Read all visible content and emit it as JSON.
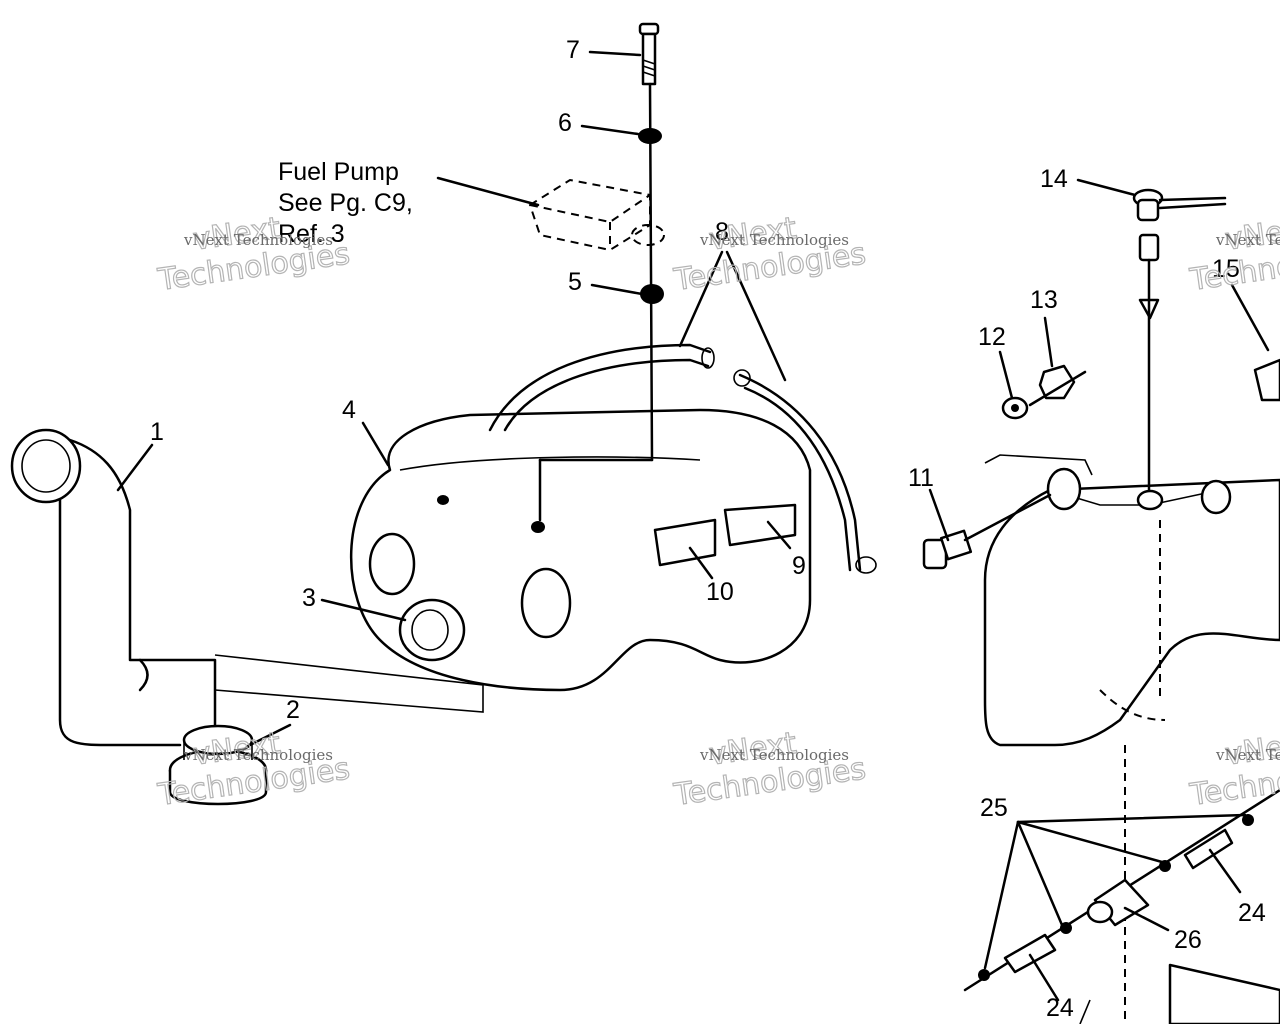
{
  "diagram": {
    "callouts": [
      "1",
      "2",
      "3",
      "4",
      "5",
      "6",
      "7",
      "8",
      "9",
      "10",
      "11",
      "12",
      "13",
      "14",
      "15",
      "24",
      "24",
      "25",
      "26"
    ],
    "note": {
      "line1": "Fuel Pump",
      "line2": "See Pg. C9,",
      "line3": "Ref. 3"
    },
    "watermark": {
      "small": "vNext Technologies",
      "big_line1": "vNext",
      "big_line2": "Technologies"
    }
  }
}
